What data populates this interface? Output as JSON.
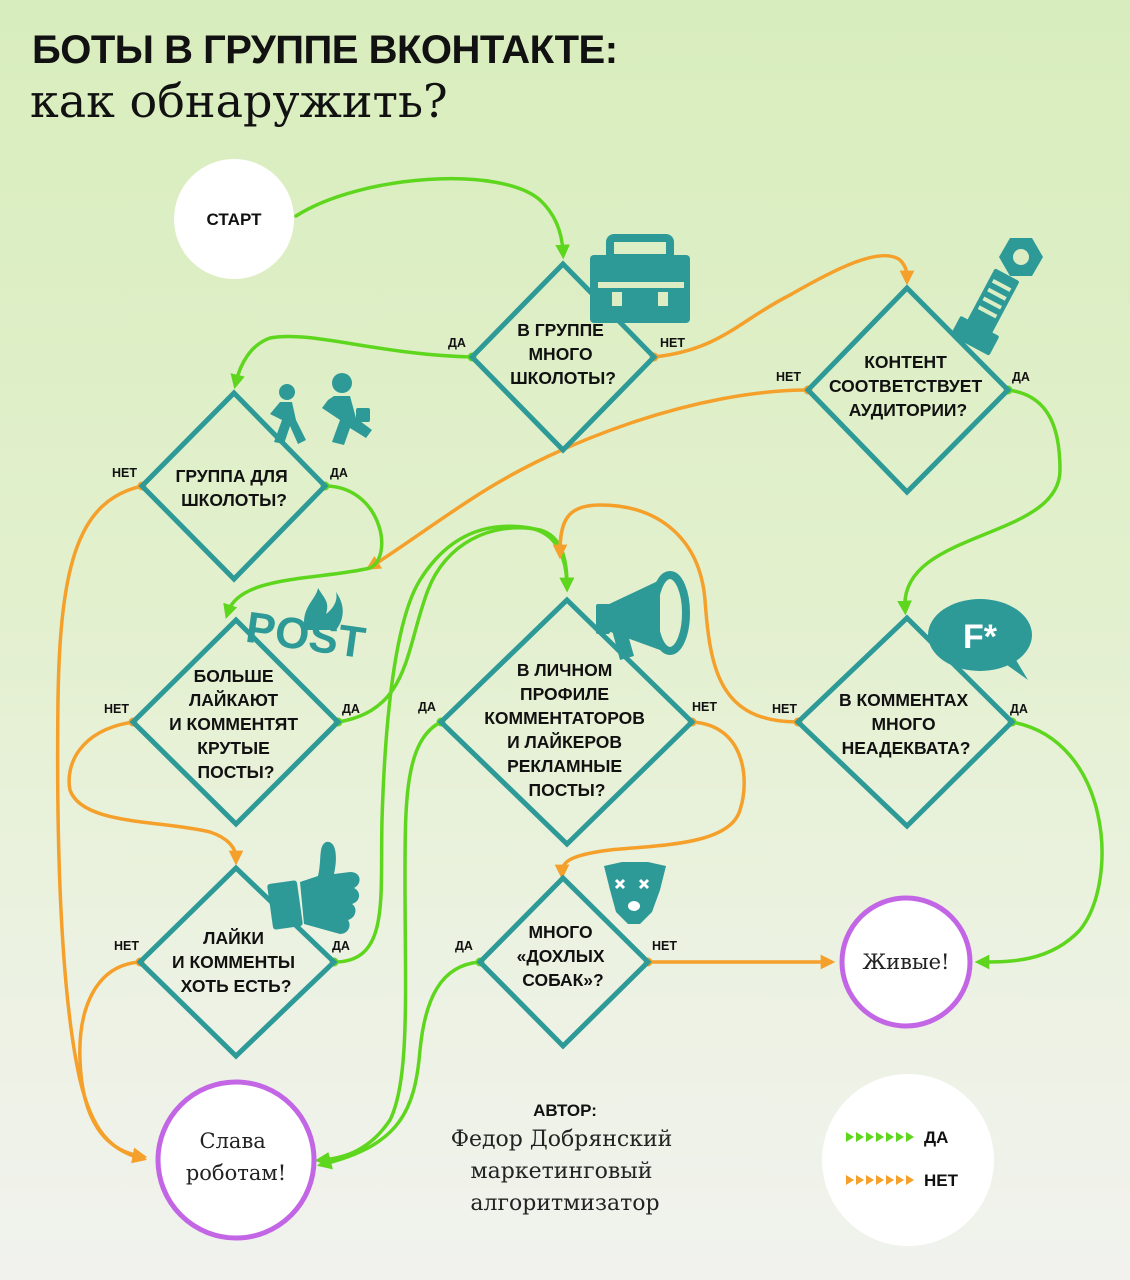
{
  "title": {
    "line1": "БОТЫ В ГРУППЕ ВКОНТАКТЕ:",
    "line2": "как обнаружить?"
  },
  "colors": {
    "yes": "#5ed61e",
    "no": "#f4a02a",
    "diamond": "#2e9a98",
    "terminal_ring": "#c366e6"
  },
  "start": {
    "label": "СТАРТ"
  },
  "questions": [
    {
      "id": "q1",
      "lines": [
        "В ГРУППЕ",
        "МНОГО",
        "ШКОЛОТЫ?"
      ],
      "icon": "briefcase-icon"
    },
    {
      "id": "q2",
      "lines": [
        "КОНТЕНТ",
        "СООТВЕТСТВУЕТ",
        "АУДИТОРИИ?"
      ],
      "icon": "bolt-nut-icon"
    },
    {
      "id": "q3",
      "lines": [
        "ГРУППА ДЛЯ",
        "ШКОЛОТЫ?"
      ],
      "icon": "running-kids-icon"
    },
    {
      "id": "q4",
      "lines": [
        "БОЛЬШЕ",
        "ЛАЙКАЮТ",
        "И КОММЕНТЯТ",
        "КРУТЫЕ",
        "ПОСТЫ?"
      ],
      "icon": "post-fire-icon",
      "icon_text": "POST"
    },
    {
      "id": "q5",
      "lines": [
        "В ЛИЧНОМ",
        "ПРОФИЛЕ",
        "КОММЕНТАТОРОВ",
        "И ЛАЙКЕРОВ",
        "РЕКЛАМНЫЕ",
        "ПОСТЫ?"
      ],
      "icon": "megaphone-icon"
    },
    {
      "id": "q6",
      "lines": [
        "В КОММЕНТАХ",
        "МНОГО",
        "НЕАДЕКВАТА?"
      ],
      "icon": "speech-bubble-icon",
      "icon_text": "F*"
    },
    {
      "id": "q7",
      "lines": [
        "ЛАЙКИ",
        "И КОММЕНТЫ",
        "ХОТЬ ЕСТЬ?"
      ],
      "icon": "thumbs-up-icon"
    },
    {
      "id": "q8",
      "lines": [
        "МНОГО",
        "«ДОХЛЫХ",
        "СОБАК»?"
      ],
      "icon": "dead-dog-icon"
    }
  ],
  "edge_labels": {
    "yes": "ДА",
    "no": "НЕТ"
  },
  "terminals": {
    "robots": {
      "lines": [
        "Слава",
        "роботам!"
      ]
    },
    "alive": {
      "lines": [
        "Живые!"
      ]
    }
  },
  "author": {
    "heading": "АВТОР:",
    "lines": [
      "Федор Добрянский",
      "маркетинговый",
      "алгоритмизатор"
    ]
  },
  "legend": {
    "yes": "ДА",
    "no": "НЕТ"
  }
}
